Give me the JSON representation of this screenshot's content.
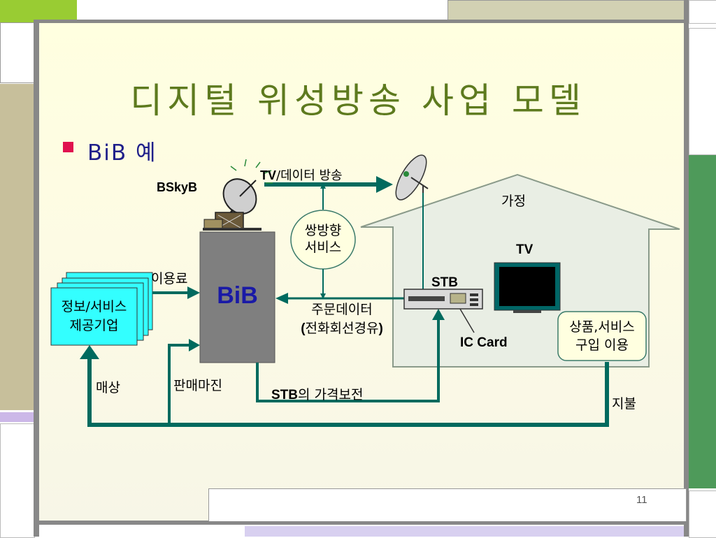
{
  "slide": {
    "title": "디지털 위성방송 사업 모델",
    "subtitle": "BiB 예",
    "page_number": "11"
  },
  "diagram": {
    "bskyb": "BSkyB",
    "tv_broadcast_bold": "TV",
    "tv_broadcast_rest": "/데이터 방송",
    "two_way_service_line1": "쌍방향",
    "two_way_service_line2": "서비스",
    "home": "가정",
    "tv": "TV",
    "stb": "STB",
    "usage_fee": "이용료",
    "bib": "BiB",
    "order_data_line1": "주문데이터",
    "order_data_line2_open": "(",
    "order_data_line2_text": "전화회선경유",
    "order_data_line2_close": ")",
    "info_provider_line1": "정보/서비스",
    "info_provider_line2": "제공기업",
    "ic_card": "IC Card",
    "purchase_line1": "상품,서비스",
    "purchase_line2": "구입 이용",
    "sales": "매상",
    "sales_margin": "판매마진",
    "stb_subsidy_bold": "STB",
    "stb_subsidy_rest": "의 가격보전",
    "payment": "지불"
  },
  "colors": {
    "title": "#5d7a1e",
    "arrow": "#006a5e",
    "bib_box": "#7f7f7f",
    "bib_text": "#1a1aa6",
    "provider_box": "#33ffff",
    "house": "#e9eee4",
    "house_stroke": "#8a9a8a",
    "tv_frame": "#006666",
    "bubble": "#ffffe0"
  },
  "icons": {
    "satellite_dish_uplink": "satellite-dish-uplink-icon",
    "satellite_dish_home": "satellite-dish-home-icon",
    "tv_set": "tv-set-icon",
    "stb_device": "set-top-box-icon"
  }
}
